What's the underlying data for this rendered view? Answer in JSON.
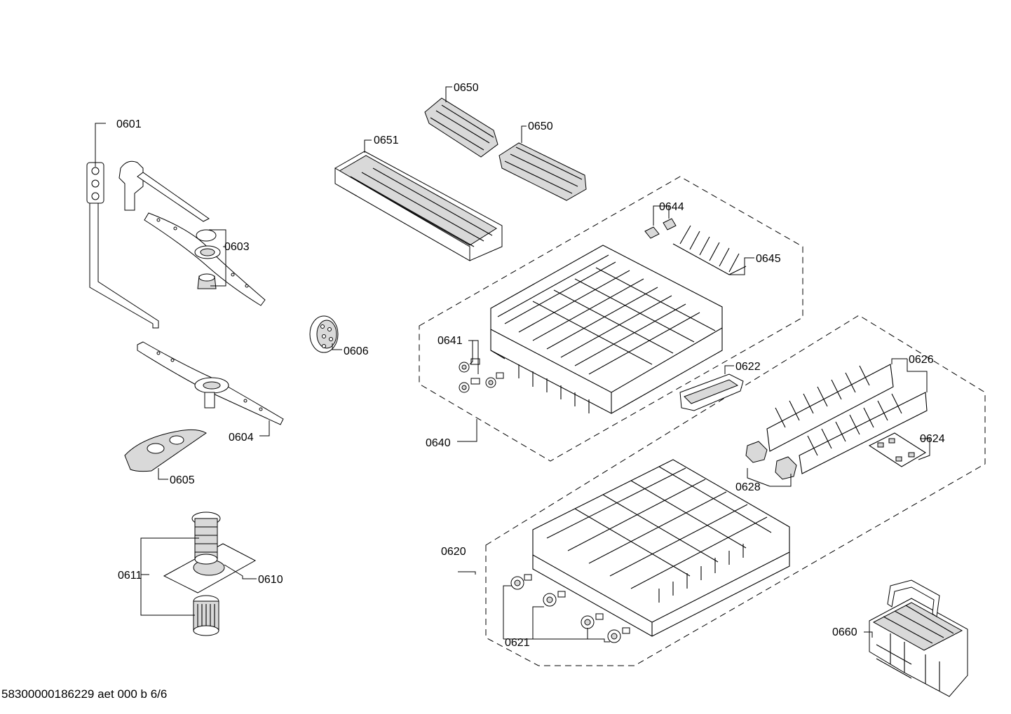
{
  "labels": {
    "p0601": "0601",
    "p0603": "0603",
    "p0604": "0604",
    "p0605": "0605",
    "p0606": "0606",
    "p0610": "0610",
    "p0611": "0611",
    "p0620": "0620",
    "p0621": "0621",
    "p0622": "0622",
    "p0624": "0624",
    "p0626": "0626",
    "p0628": "0628",
    "p0640": "0640",
    "p0641": "0641",
    "p0644": "0644",
    "p0645": "0645",
    "p0650a": "0650",
    "p0650b": "0650",
    "p0651": "0651",
    "p0660": "0660"
  },
  "footer": "58300000186229 aet 000 b 6/6"
}
